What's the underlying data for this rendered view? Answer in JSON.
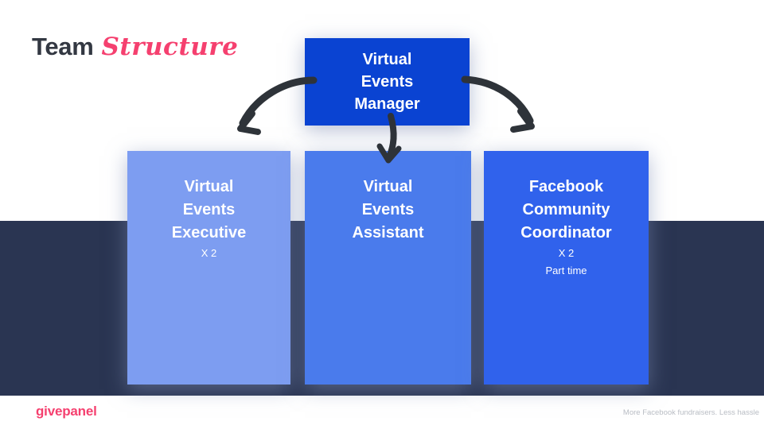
{
  "slide_title": {
    "prefix": "Team",
    "accent": "Structure"
  },
  "org_chart": {
    "manager": {
      "lines": [
        "Virtual",
        "Events",
        "Manager"
      ]
    },
    "reports": [
      {
        "id": "executive",
        "lines": [
          "Virtual",
          "Events",
          "Executive"
        ],
        "notes": [
          "X 2"
        ]
      },
      {
        "id": "assistant",
        "lines": [
          "Virtual",
          "Events",
          "Assistant"
        ],
        "notes": []
      },
      {
        "id": "coordinator",
        "lines": [
          "Facebook",
          "Community",
          "Coordinator"
        ],
        "notes": [
          "X 2",
          "Part time"
        ]
      }
    ]
  },
  "footer": {
    "logo": "givepanel",
    "tagline": "More Facebook fundraisers. Less hassle"
  },
  "icons": {
    "arrows": [
      "curved-arrow-left",
      "down-arrow",
      "curved-arrow-right"
    ]
  },
  "colors": {
    "manager_box": "#0a43d2",
    "executive_box": "#7d9df1",
    "assistant_box": "#4a7bec",
    "coordinator_box": "#3062ec",
    "navy_band": "#2a3552",
    "title_dark": "#333842",
    "accent_pink": "#f5406f",
    "arrow_dark": "#2e3339",
    "tagline_gray": "#b9bdc4"
  }
}
